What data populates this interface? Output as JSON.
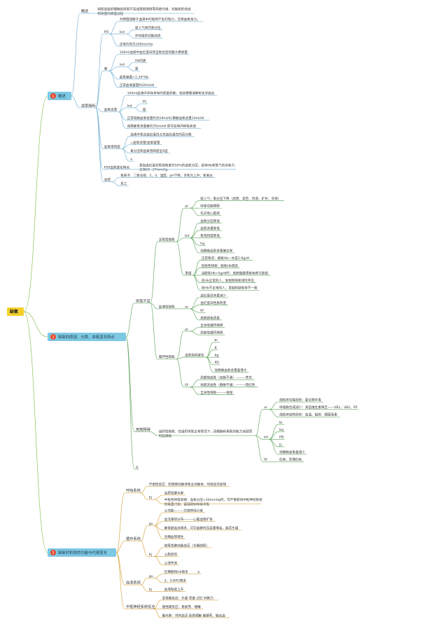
{
  "colors": {
    "root_fill": "#f5d02c",
    "top_fill": "#7ec8e3",
    "badge": "#e8472c",
    "line_root": "#8fc25a",
    "line_sec1": "#7cb5d8",
    "line_sec2": "#6cab6c",
    "line_sec3": "#d9a848"
  },
  "root": "缺氧",
  "sections": [
    {
      "num": "1",
      "title": "概述",
      "children": [
        {
          "text": "概念",
          "children": [
            {
              "text": "缺氧是组织细胞因供氧不足或用氧障碍而导致代谢、功能和形态结构改变的病理过程"
            }
          ]
        },
        {
          "text": "血氧指标",
          "children": [
            {
              "text": "PO",
              "children": [
                {
                  "text": "为物理溶解于血液中的氧所产生的张力，又称血氧张力。"
                },
                {
                  "text": "Ixd",
                  "children": [
                    {
                      "text": "吸入气体的氧分压"
                    },
                    {
                      "text": "外呼吸的功能状态"
                    }
                  ]
                },
                {
                  "text": "正常约的为100mmHg"
                }
              ]
            },
            {
              "text": "容",
              "children": [
                {
                  "text": "100ml血液中血红蛋白完全氧合后的最大携氧量"
                },
                {
                  "text": "Ixd",
                  "children": [
                    {
                      "text": "Hb的质"
                    },
                    {
                      "text": "量"
                    }
                  ]
                },
                {
                  "text": "血氧容量=1.34*Hb"
                },
                {
                  "text": "正常血氧容量约20ml/dl"
                }
              ]
            },
            {
              "text": "血氧含量",
              "children": [
                {
                  "text": "100ml血液中实际含有的氧量并数，包括物理溶解和化学结合"
                },
                {
                  "text": "Ixd",
                  "children": [
                    {
                      "text": "PC"
                    },
                    {
                      "text": "容"
                    }
                  ]
                },
                {
                  "text": "正常动脉血氧含量约为19ml/dl,静脉血氧含量14ml/dl"
                },
                {
                  "text": "动静脉氧含量差约为5ml/dl 即可反映内呼吸状态"
                }
              ]
            },
            {
              "text": "血氧饱和度",
              "children": [
                {
                  "text": "血液中氧合血红蛋白占总血红蛋白的百分数"
                },
                {
                  "text": "=血氧含量/血氧容量"
                },
                {
                  "text": "氧分压和血氧饱和度呈S型"
                },
                {
                  "text": "a"
                }
              ]
            },
            {
              "text": "P50血氧变化特点",
              "children": [
                {
                  "text": "是指血红蛋白氧饱和度为50%的血氧分压，反映Hb和氧气的亲和力正常26~27mmHg"
                }
              ]
            },
            {
              "text": "总结",
              "children": [
                {
                  "text": "氧离子、二氧化碳、2，3、温度、pH下降，亲和力上升，氧离左"
                },
                {
                  "text": "反之"
                }
              ]
            }
          ]
        }
      ]
    },
    {
      "num": "2",
      "title": "缺氧的原因、分类、血氧变化特点",
      "children": [
        {
          "text": "供氧不足",
          "children": [
            {
              "text": "乏氧性缺氧",
              "children": [
                {
                  "text": "ar",
                  "children": [
                    {
                      "text": "吸入气：氧分压下降（高原、高空、坑道、矿井、深海）"
                    },
                    {
                      "text": "呼吸功能障碍"
                    },
                    {
                      "text": "先天性心脏病"
                    }
                  ]
                },
                {
                  "text": "bd",
                  "children": [
                    {
                      "text": "血氧分压降低"
                    },
                    {
                      "text": "血氧含量降低"
                    },
                    {
                      "text": "氧饱和度降低"
                    },
                    {
                      "text": "hg"
                    },
                    {
                      "text": "动静脉血氧含量差正常"
                    }
                  ]
                },
                {
                  "text": "发绀",
                  "children": [
                    {
                      "text": "正常情况：脱氧Hb—亦是2.6g/dl"
                    },
                    {
                      "text": "低张性缺氧：脱氧Hb增高"
                    },
                    {
                      "text": "当脱氧Hb>5g/dl时：皮肤黏膜青紫色称为发绀"
                    },
                    {
                      "text": "在Hb正常的人，发绀和缺氧同时存在"
                    },
                    {
                      "text": "在Hb不正常的人，发绀和缺氧常不一致"
                    }
                  ]
                }
              ]
            },
            {
              "text": "血液性缺氧",
              "children": [
                {
                  "text": "ar",
                  "children": [
                    {
                      "text": "血红蛋白含量减少"
                    },
                    {
                      "text": "血红蛋白性质改变"
                    },
                    {
                      "text": "bf"
                    },
                    {
                      "text": "皮肤颜色改变"
                    }
                  ]
                }
              ]
            },
            {
              "text": "循环性缺氧",
              "children": [
                {
                  "text": "ar",
                  "children": [
                    {
                      "text": "全身性循环障碍"
                    },
                    {
                      "text": "局部性循环障碍"
                    }
                  ]
                },
                {
                  "text": "血氧指标变化",
                  "children": [
                    {
                      "text": "bi"
                    },
                    {
                      "text": "B"
                    },
                    {
                      "text": "bg"
                    },
                    {
                      "text": "PD"
                    },
                    {
                      "text": "动静脉血氧含量差增大"
                    }
                  ]
                },
                {
                  "text": "fX",
                  "children": [
                    {
                      "text": "局部缺血性（动脉不通）———苍白"
                    },
                    {
                      "text": "局部淤血性（静脉不通）———暗红色"
                    },
                    {
                      "text": "全身性缺氧———发绀"
                    }
                  ]
                }
              ]
            }
          ]
        },
        {
          "text": "用氧障碍",
          "children": [
            {
              "text": "组织性缺氧：在组织供氧正常情况下，因细胞利用氧的能力减弱而引起缺氧",
              "children": [
                {
                  "text": "ar",
                  "children": [
                    {
                      "text": "线粒体功能损伤：氰化物中毒"
                    },
                    {
                      "text": "呼吸酶合成减少：某些维生素缺乏——VB1、VB2、PP"
                    },
                    {
                      "text": "线粒体结构损伤：高温、辐射、细菌毒素"
                    }
                  ]
                },
                {
                  "text": "bd",
                  "children": [
                    {
                      "text": "bi"
                    },
                    {
                      "text": "bq"
                    },
                    {
                      "text": "PD"
                    },
                    {
                      "text": "JL"
                    },
                    {
                      "text": "动静脉血氧差减少"
                    }
                  ]
                },
                {
                  "text": "fX",
                  "children": [
                    {
                      "text": "红色、玫瑰红色"
                    }
                  ]
                }
              ]
            }
          ]
        },
        {
          "text": "a"
        }
      ]
    },
    {
      "num": "3",
      "title": "缺氧时机体的功能与代谢变化",
      "children": [
        {
          "text": "呼吸系统",
          "children": [
            {
              "text": "代偿性反应：刺激颈动脉体和主动脉体，呼吸加深加快"
            },
            {
              "text": "bj",
              "children": [
                {
                  "text": "高原性肺水肿"
                },
                {
                  "text": "中枢性呼吸衰竭：血氧分压<30mmHg时，可严重影响中枢神经系统的能量代谢，直接抑制呼吸中枢"
                }
              ]
            }
          ]
        },
        {
          "text": "循环系统",
          "children": [
            {
              "text": "gu",
              "children": [
                {
                  "text": "心功能———交感神经兴奋"
                },
                {
                  "text": "血流重新分布———心脑血管扩张"
                },
                {
                  "text": "肺果脏血流增多，可引起肺内压显著增高，能否头痛"
                },
                {
                  "text": "毛细血管增生"
                }
              ]
            },
            {
              "text": "bj",
              "children": [
                {
                  "text": "缺氧性肺动脉高压（长期缺氧）"
                },
                {
                  "text": "心肌损伤"
                },
                {
                  "text": "心律失常"
                }
              ]
            }
          ]
        },
        {
          "text": "血液系统",
          "children": [
            {
              "text": "gu",
              "children": [
                {
                  "text": "红细胞和Hb增多",
                  "children": [
                    {
                      "text": "a"
                    }
                  ]
                },
                {
                  "text": "2，3-DPG增多"
                }
              ]
            },
            {
              "text": "bj",
              "children": [
                {
                  "text": "血液粘度上升"
                }
              ]
            }
          ]
        },
        {
          "text": "中枢神经系统反应",
          "children": [
            {
              "text": "急性期反应：头痛 思维 记忆 判断力"
            },
            {
              "text": "慢性期反应：易疲劳、嗜睡"
            },
            {
              "text": "脑水肿：颅内高压 胶质细胞 脑梗死、脑出血"
            }
          ]
        }
      ]
    }
  ]
}
